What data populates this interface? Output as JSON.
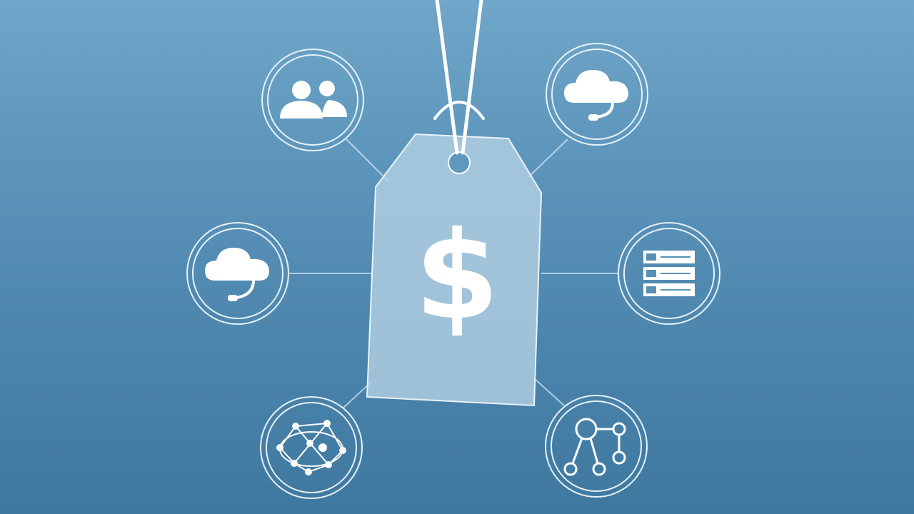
{
  "price_tag": {
    "symbol": "$",
    "icon": "price-tag-icon"
  },
  "icons": [
    {
      "name": "users-group-icon",
      "position": "top-left"
    },
    {
      "name": "cloud-support-icon",
      "position": "top-right"
    },
    {
      "name": "cloud-support-icon",
      "position": "middle-left"
    },
    {
      "name": "server-rack-icon",
      "position": "middle-right"
    },
    {
      "name": "network-mesh-icon",
      "position": "bottom-left"
    },
    {
      "name": "node-diagram-icon",
      "position": "bottom-right"
    }
  ],
  "colors": {
    "background_top": "#6fa6c9",
    "background_bottom": "#3f789f",
    "line": "#d9ecf7",
    "tag_fill": "#b7d3e6",
    "glyph": "#ffffff"
  }
}
